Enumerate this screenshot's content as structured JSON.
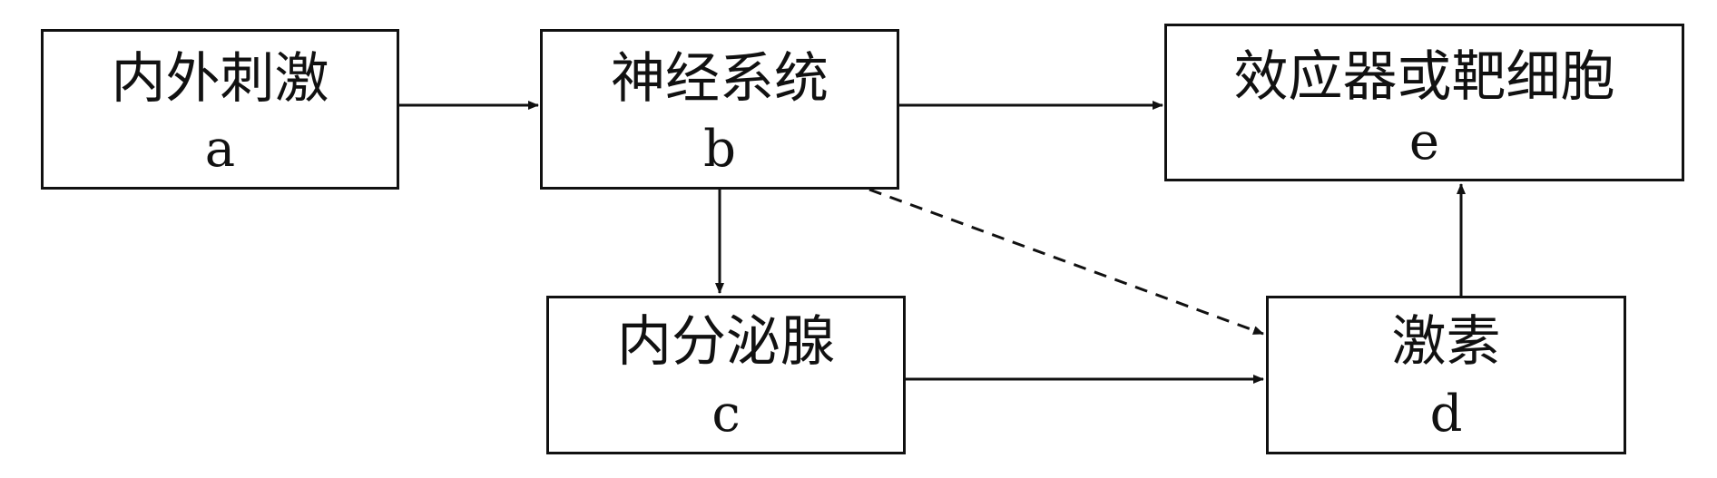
{
  "nodes": {
    "a": {
      "title": "内外刺激",
      "code": "a"
    },
    "b": {
      "title": "神经系统",
      "code": "b"
    },
    "c": {
      "title": "内分泌腺",
      "code": "c"
    },
    "d": {
      "title": "激素",
      "code": "d"
    },
    "e": {
      "title": "效应器或靶细胞",
      "code": "e"
    }
  },
  "edges": [
    {
      "from": "a",
      "to": "b",
      "style": "solid"
    },
    {
      "from": "b",
      "to": "e",
      "style": "solid"
    },
    {
      "from": "b",
      "to": "c",
      "style": "solid"
    },
    {
      "from": "b",
      "to": "d",
      "style": "dashed"
    },
    {
      "from": "c",
      "to": "d",
      "style": "solid"
    },
    {
      "from": "d",
      "to": "e",
      "style": "solid"
    }
  ],
  "colors": {
    "line": "#111111",
    "background": "#ffffff"
  }
}
